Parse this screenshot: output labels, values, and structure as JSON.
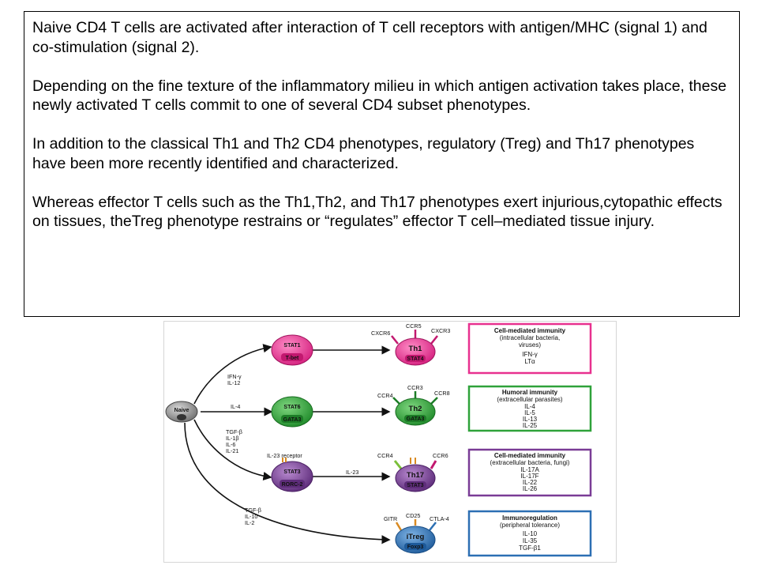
{
  "text": {
    "p1": "Naive CD4 T cells are activated after interaction of T cell receptors with antigen/MHC (signal 1) and co-stimulation (signal 2).",
    "p2": "Depending on the fine texture of the inflammatory milieu in which antigen activation takes place, these newly activated T cells commit to one of several CD4 subset phenotypes.",
    "p3": "In addition to the classical Th1 and Th2 CD4 phenotypes, regulatory (Treg) and Th17 phenotypes have been more recently identified and characterized.",
    "p4": "Whereas effector T cells such as the Th1,Th2, and Th17 phenotypes exert injurious,cytopathic effects on tissues, theTreg phenotype restrains or “regulates” effector T cell–mediated tissue injury."
  },
  "diagram": {
    "naive": "Naive",
    "colors": {
      "th1": "#e8318f",
      "th2": "#2fa23a",
      "th17": "#7a3c96",
      "treg": "#2c6fb3",
      "naive": "#8a8a8a"
    },
    "branch1": {
      "cytokines": [
        "IFN-γ",
        "IL-12"
      ],
      "tf_top": "STAT1",
      "tf_bottom": "T-bet"
    },
    "branch2": {
      "cytokines": [
        "IL-4"
      ],
      "tf_top": "STAT6",
      "tf_bottom": "GATA3"
    },
    "branch3": {
      "cytokines": [
        "TGF-β",
        "IL-1β",
        "IL-6",
        "IL-21"
      ],
      "receptor": "IL-23 receptor",
      "tf_top": "STAT3",
      "tf_bottom": "RORC-2",
      "mid_cytokine": "IL-23"
    },
    "branch4": {
      "cytokines": [
        "TGF-β",
        "IL-10",
        "IL-2"
      ]
    },
    "th1": {
      "name": "Th1",
      "tf": "STAT4",
      "receptors": [
        "CXCR6",
        "CCR5",
        "CXCR3"
      ]
    },
    "th2": {
      "name": "Th2",
      "tf": "GATA3",
      "receptors": [
        "CCR4",
        "CCR3",
        "CCR8"
      ]
    },
    "th17": {
      "name": "Th17",
      "tf": "STAT3",
      "receptors": [
        "CCR4",
        "CCR6"
      ]
    },
    "treg": {
      "name": "iTreg",
      "tf": "Foxp3",
      "receptors": [
        "GITR",
        "CD25",
        "CTLA-4"
      ]
    },
    "boxes": [
      {
        "title": [
          "Cell-mediated immunity",
          "(intracellular bacteria,",
          "viruses)"
        ],
        "items": [
          "IFN-γ",
          "LTα"
        ]
      },
      {
        "title": [
          "Humoral immunity",
          "(extracellular parasites)"
        ],
        "items": [
          "IL-4",
          "IL-5",
          "IL-13",
          "IL-25"
        ]
      },
      {
        "title": [
          "Cell-mediated immunity",
          "(extracellular bacteria, fungi)"
        ],
        "items": [
          "IL-17A",
          "IL-17F",
          "IL-22",
          "IL-26"
        ]
      },
      {
        "title": [
          "Immunoregulation",
          "(peripheral tolerance)"
        ],
        "items": [
          "IL-10",
          "IL-35",
          "TGF-β1"
        ]
      }
    ]
  }
}
